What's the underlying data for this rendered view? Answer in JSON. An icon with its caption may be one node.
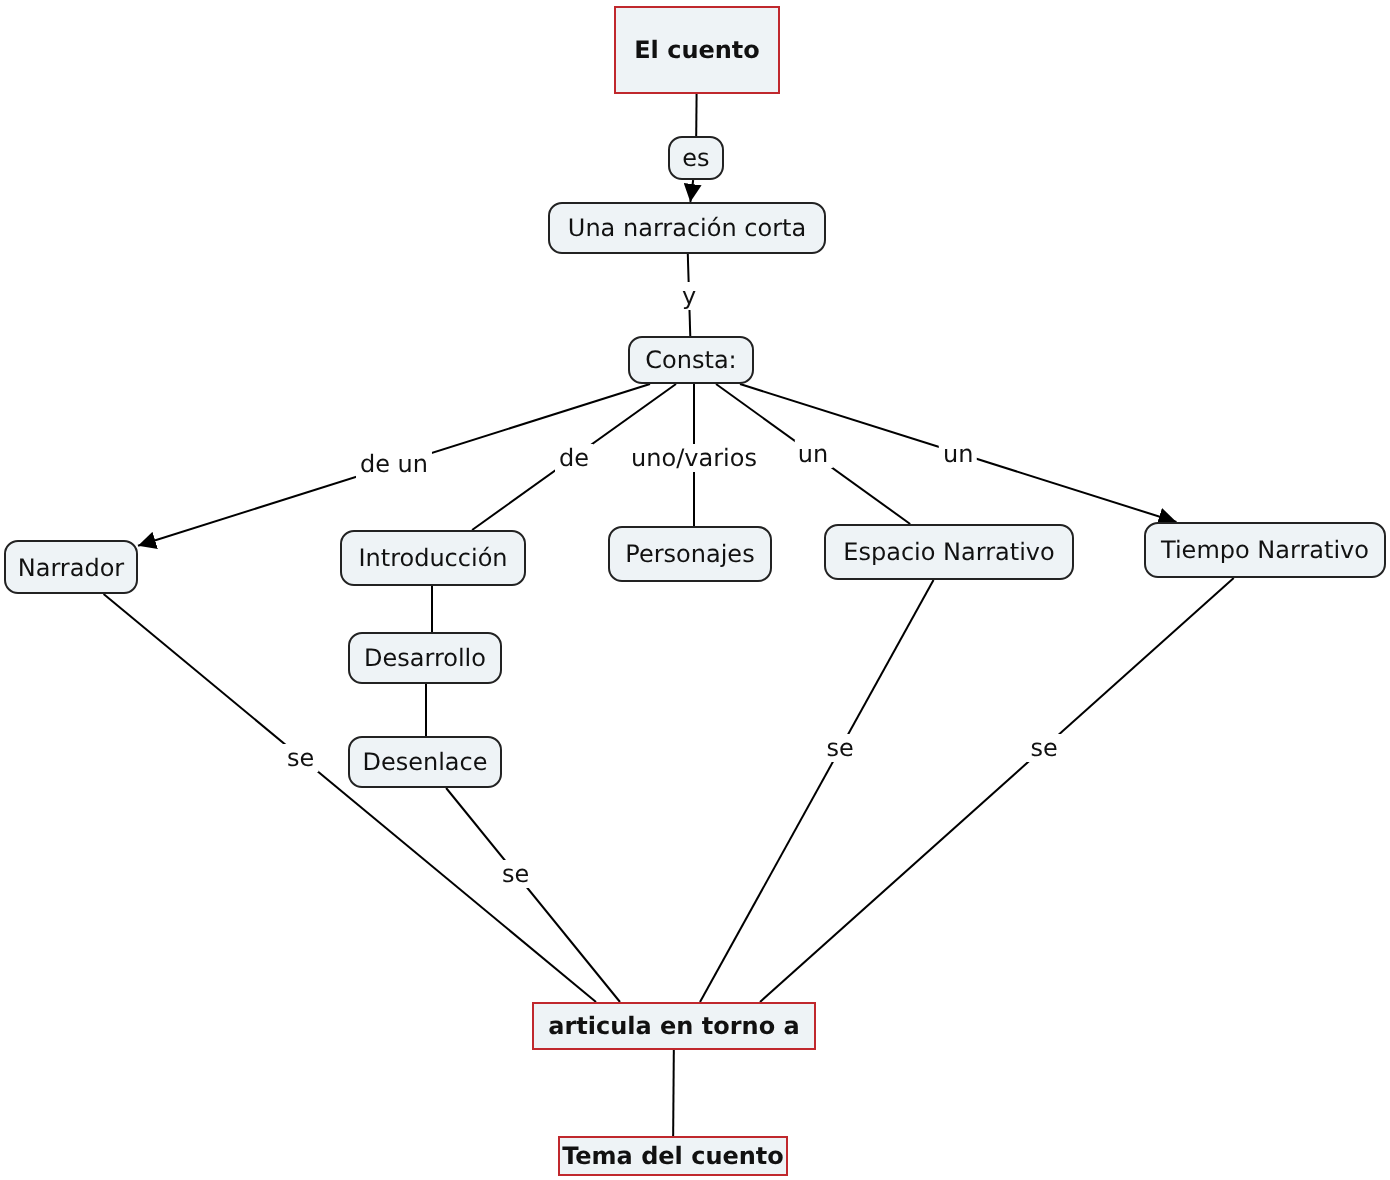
{
  "diagram": {
    "nodes": [
      {
        "text": [
          "El cuento"
        ]
      },
      {
        "text": [
          "es"
        ]
      },
      {
        "text": [
          "Una narración corta"
        ]
      },
      {
        "text": [
          "Consta:"
        ]
      },
      {
        "text": [
          "Narrador"
        ]
      },
      {
        "text": [
          "Introducción"
        ]
      },
      {
        "text": [
          "Personajes"
        ]
      },
      {
        "text": [
          "Espacio Narrativo"
        ]
      },
      {
        "text": [
          "Tiempo Narrativo"
        ]
      },
      {
        "text": [
          "Desarrollo"
        ]
      },
      {
        "text": [
          "Desenlace"
        ]
      },
      {
        "text": [
          "articula en torno a"
        ]
      },
      {
        "text": [
          "Tema del cuento"
        ]
      }
    ],
    "edges": [
      {
        "from": 0,
        "to": 1,
        "arrow": "none"
      },
      {
        "from": 1,
        "to": 2,
        "arrow": "to"
      },
      {
        "from": 2,
        "to": 3,
        "arrow": "none",
        "label": "y"
      },
      {
        "from": 3,
        "to": 4,
        "arrow": "to",
        "label": "de un"
      },
      {
        "from": 3,
        "to": 5,
        "arrow": "none",
        "label": "de"
      },
      {
        "from": 3,
        "to": 6,
        "arrow": "none",
        "label": "uno/varios"
      },
      {
        "from": 3,
        "to": 7,
        "arrow": "none",
        "label": "un"
      },
      {
        "from": 3,
        "to": 8,
        "arrow": "to",
        "label": "un"
      },
      {
        "from": 5,
        "to": 9,
        "arrow": "none"
      },
      {
        "from": 9,
        "to": 10,
        "arrow": "none"
      },
      {
        "from": 4,
        "to": 11,
        "arrow": "none",
        "label": "se"
      },
      {
        "from": 10,
        "to": 11,
        "arrow": "none",
        "label": "se"
      },
      {
        "from": 7,
        "to": 11,
        "arrow": "none",
        "label": "se"
      },
      {
        "from": 8,
        "to": 11,
        "arrow": "none",
        "label": "se"
      },
      {
        "from": 11,
        "to": 12,
        "arrow": "none"
      }
    ]
  }
}
